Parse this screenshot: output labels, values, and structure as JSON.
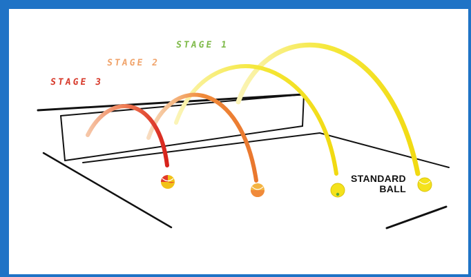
{
  "stages": [
    {
      "key": "stage1",
      "label": "STAGE 1",
      "color": "#7fba4a",
      "arc_color": "#f2e23a",
      "ball_color": "#f4e21c"
    },
    {
      "key": "stage2",
      "label": "STAGE 2",
      "color": "#f0a36a",
      "arc_color": "#f08a3a",
      "ball_color": "#f2b441"
    },
    {
      "key": "stage3",
      "label": "STAGE 3",
      "color": "#d7392a",
      "arc_color": "#e2392a",
      "ball_color": "#ef4b2a"
    }
  ],
  "standard_ball": {
    "line1": "STANDARD",
    "line2": "BALL",
    "ball_color": "#f4e21c"
  },
  "frame_color": "#1f73c6"
}
